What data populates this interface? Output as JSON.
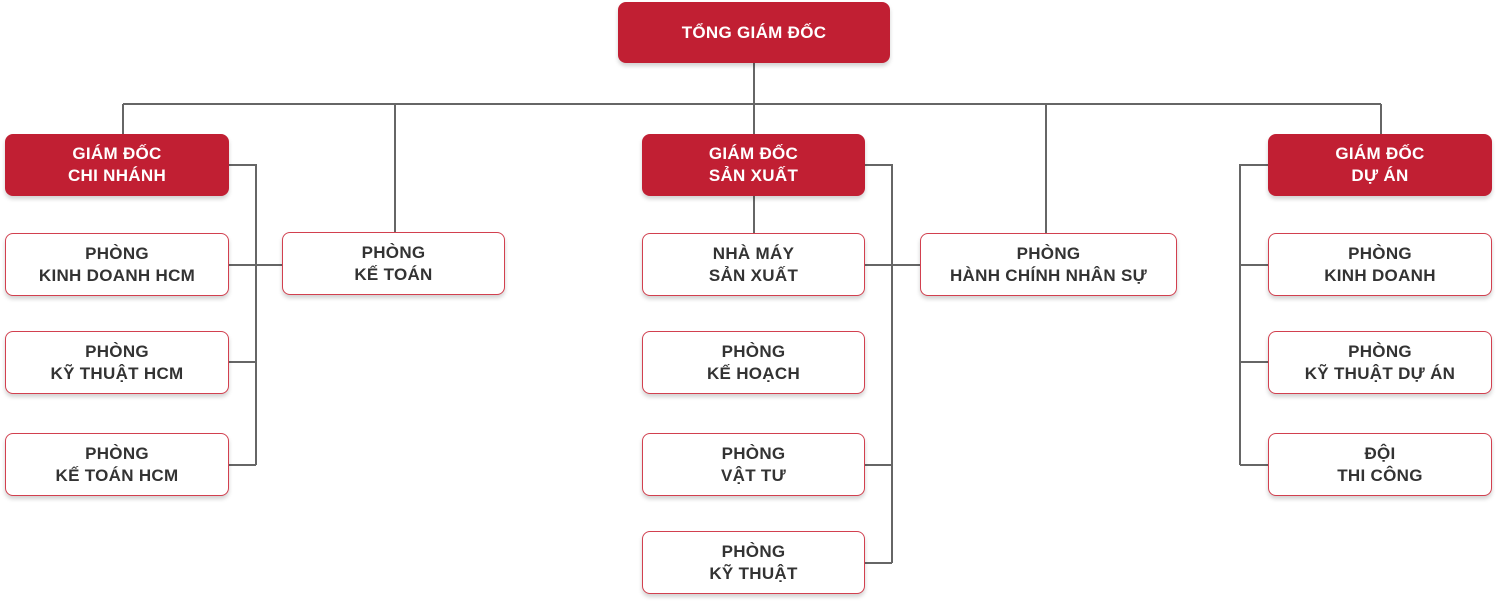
{
  "colors": {
    "accent": "#c11f33",
    "text": "#333333",
    "line": "#666666"
  },
  "ceo": {
    "lines": [
      "TỔNG GIÁM ĐỐC"
    ]
  },
  "branch": {
    "head": {
      "lines": [
        "GIÁM ĐỐC",
        "CHI NHÁNH"
      ]
    },
    "units": [
      {
        "lines": [
          "PHÒNG",
          "KINH DOANH HCM"
        ]
      },
      {
        "lines": [
          "PHÒNG",
          "KỸ THUẬT HCM"
        ]
      },
      {
        "lines": [
          "PHÒNG",
          "KẾ TOÁN HCM"
        ]
      }
    ]
  },
  "accounting": {
    "lines": [
      "PHÒNG",
      "KẾ TOÁN"
    ]
  },
  "production": {
    "head": {
      "lines": [
        "GIÁM ĐỐC",
        "SẢN XUẤT"
      ]
    },
    "units": [
      {
        "lines": [
          "NHÀ MÁY",
          "SẢN XUẤT"
        ]
      },
      {
        "lines": [
          "PHÒNG",
          "KẾ HOẠCH"
        ]
      },
      {
        "lines": [
          "PHÒNG",
          "VẬT TƯ"
        ]
      },
      {
        "lines": [
          "PHÒNG",
          "KỸ THUẬT"
        ]
      }
    ]
  },
  "hr": {
    "lines": [
      "PHÒNG",
      "HÀNH CHÍNH NHÂN SỰ"
    ]
  },
  "project": {
    "head": {
      "lines": [
        "GIÁM ĐỐC",
        "DỰ ÁN"
      ]
    },
    "units": [
      {
        "lines": [
          "PHÒNG",
          "KINH DOANH"
        ]
      },
      {
        "lines": [
          "PHÒNG",
          "KỸ THUẬT DỰ ÁN"
        ]
      },
      {
        "lines": [
          "ĐỘI",
          "THI CÔNG"
        ]
      }
    ]
  }
}
